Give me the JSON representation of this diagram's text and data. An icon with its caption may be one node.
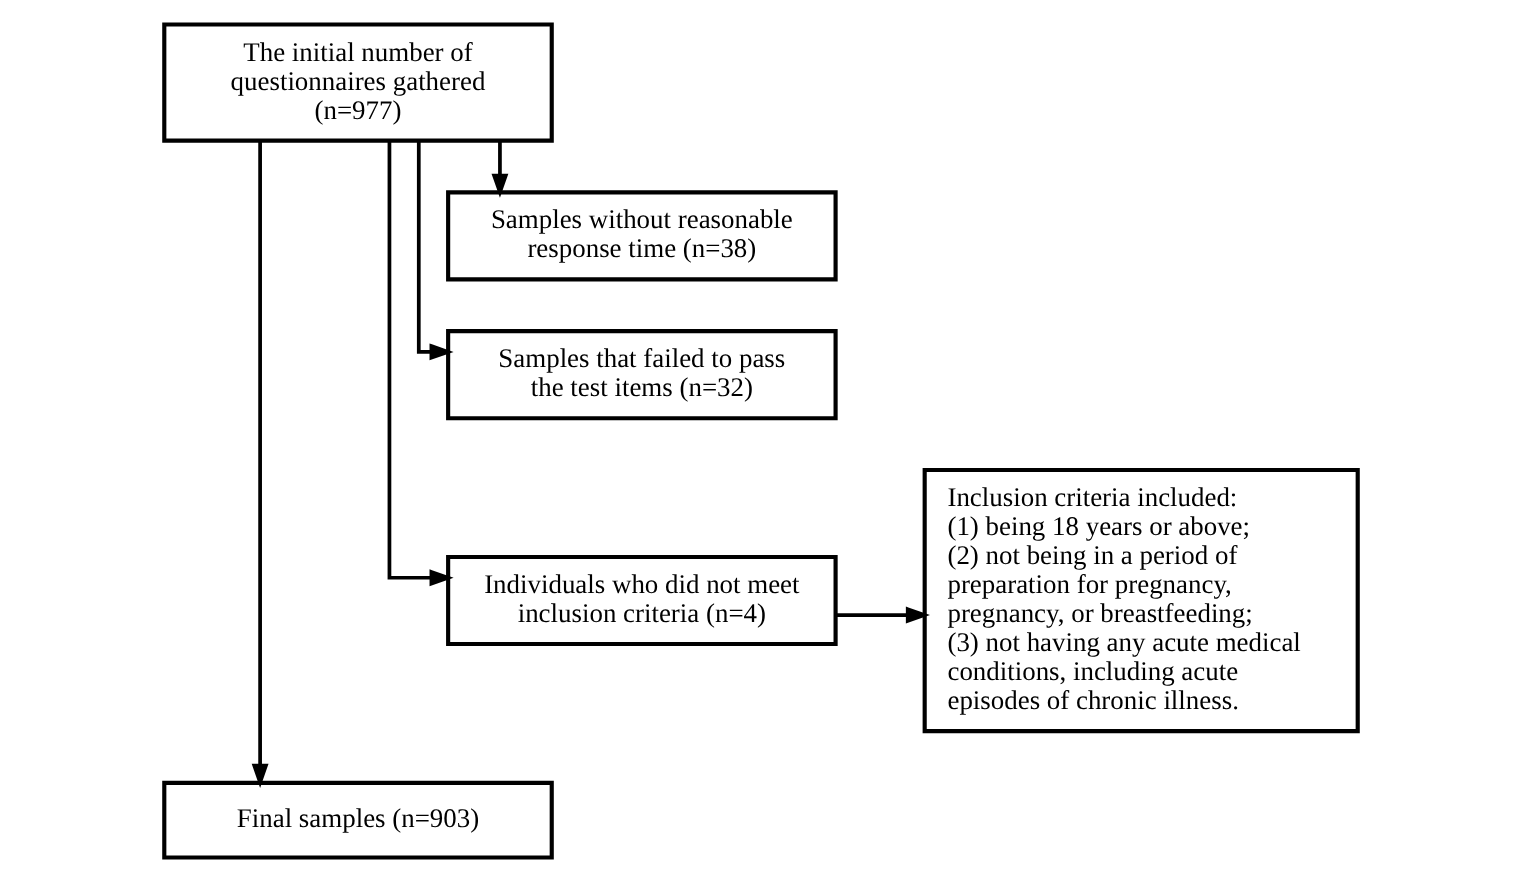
{
  "diagram": {
    "nodes": [
      {
        "text": [
          "The initial number of questionnaires gathered (n=977)"
        ]
      },
      {
        "text": [
          "Samples without reasonable response time (n=38)"
        ]
      },
      {
        "text": [
          "Samples that failed to pass the test items (n=32)"
        ]
      },
      {
        "text": [
          "Individuals who did not meet inclusion criteria (n=4)"
        ]
      },
      {
        "text": [
          "Inclusion criteria included:",
          "(1) being 18 years or above;",
          "(2) not being in a period of preparation for pregnancy, pregnancy, or breastfeeding;",
          "(3) not having any acute medical conditions, including acute episodes of chronic illness."
        ]
      },
      {
        "text": [
          "Final samples (n=903)"
        ]
      }
    ],
    "edges": [
      {
        "from": 0,
        "to": 1,
        "arrow": "to"
      },
      {
        "from": 0,
        "to": 2,
        "arrow": "to"
      },
      {
        "from": 0,
        "to": 3,
        "arrow": "to"
      },
      {
        "from": 3,
        "to": 4,
        "arrow": "to"
      },
      {
        "from": 0,
        "to": 5,
        "arrow": "to"
      }
    ]
  }
}
